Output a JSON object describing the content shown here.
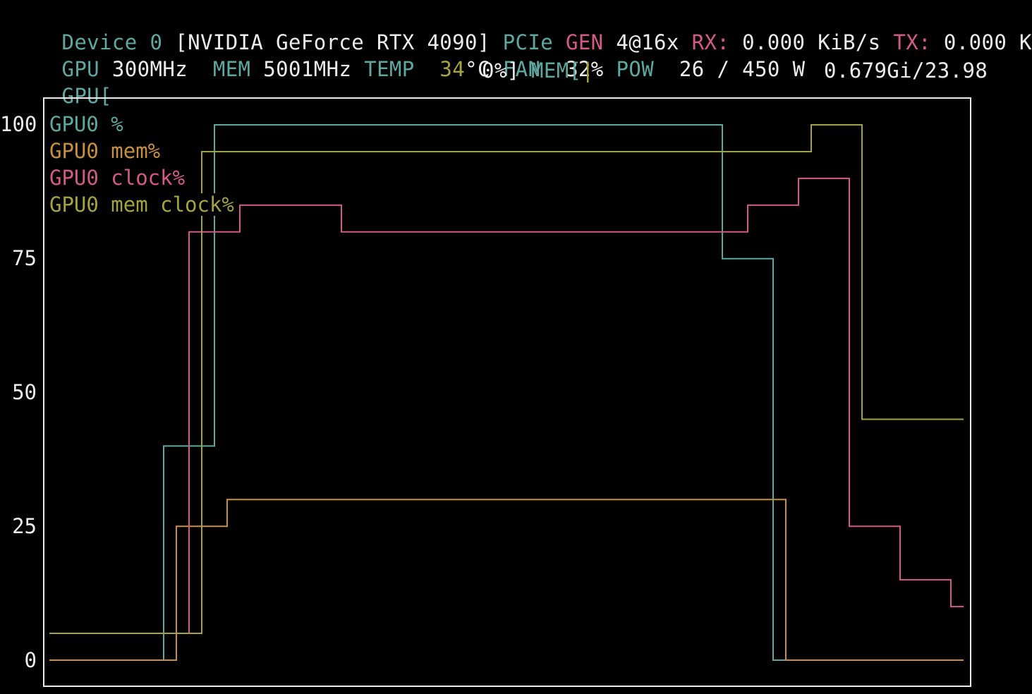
{
  "header": {
    "device_label": "Device",
    "device_index": "0",
    "device_name": "[NVIDIA GeForce RTX 4090]",
    "pcie_label": "PCIe",
    "gen_label": "GEN",
    "gen_value": "4@16x",
    "rx_label": "RX:",
    "rx_value": "0.000 KiB/s",
    "tx_label": "TX:",
    "tx_value": "0.000 K",
    "gpu_label": "GPU",
    "gpu_clock": "300MHz",
    "mem_label": "MEM",
    "mem_clock": "5001MHz",
    "temp_label": "TEMP",
    "temp_value": "34",
    "temp_unit": "°C",
    "fan_label": "FAN",
    "fan_value": "32%",
    "pow_label": "POW",
    "pow_value": "26 / 450 W",
    "gpu_bar_label": "GPU[",
    "gpu_bar_value": "0%]",
    "mem_bar_label": "MEM[",
    "mem_bar_fill": "|",
    "mem_bar_value": "0.679Gi/23.98"
  },
  "chart_data": {
    "type": "line",
    "step": true,
    "ylim": [
      0,
      100
    ],
    "y_ticks": [
      "100",
      "75",
      "50",
      "25",
      "0"
    ],
    "legend_placement": "top-left",
    "series": [
      {
        "name": "GPU0 %",
        "color": "#5fa8a0",
        "points": [
          [
            0,
            0
          ],
          [
            9,
            0
          ],
          [
            9,
            40
          ],
          [
            13,
            40
          ],
          [
            13,
            100
          ],
          [
            53,
            100
          ],
          [
            53,
            75
          ],
          [
            57,
            75
          ],
          [
            57,
            0
          ],
          [
            72,
            0
          ]
        ]
      },
      {
        "name": "GPU0 mem%",
        "color": "#c79040",
        "points": [
          [
            0,
            0
          ],
          [
            10,
            0
          ],
          [
            10,
            25
          ],
          [
            14,
            25
          ],
          [
            14,
            30
          ],
          [
            58,
            30
          ],
          [
            58,
            0
          ],
          [
            72,
            0
          ]
        ]
      },
      {
        "name": "GPU0 clock%",
        "color": "#d15b86",
        "points": [
          [
            0,
            5
          ],
          [
            11,
            5
          ],
          [
            11,
            80
          ],
          [
            15,
            80
          ],
          [
            15,
            85
          ],
          [
            23,
            85
          ],
          [
            23,
            80
          ],
          [
            55,
            80
          ],
          [
            55,
            85
          ],
          [
            59,
            85
          ],
          [
            59,
            90
          ],
          [
            63,
            90
          ],
          [
            63,
            25
          ],
          [
            67,
            25
          ],
          [
            67,
            15
          ],
          [
            71,
            15
          ],
          [
            71,
            10
          ],
          [
            72,
            10
          ]
        ]
      },
      {
        "name": "GPU0 mem clock%",
        "color": "#a4a342",
        "points": [
          [
            0,
            5
          ],
          [
            12,
            5
          ],
          [
            12,
            95
          ],
          [
            60,
            95
          ],
          [
            60,
            100
          ],
          [
            64,
            100
          ],
          [
            64,
            45
          ],
          [
            72,
            45
          ]
        ]
      }
    ],
    "x_range": [
      0,
      72
    ]
  }
}
